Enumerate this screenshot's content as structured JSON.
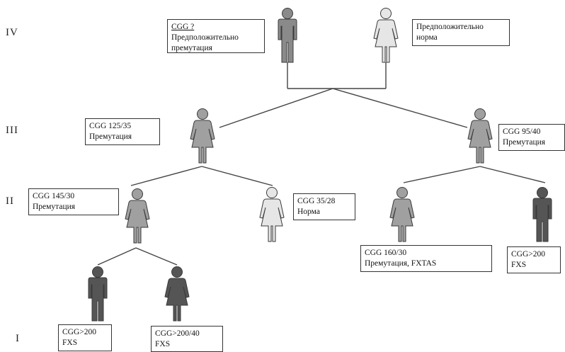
{
  "generations": [
    "IV",
    "III",
    "II",
    "I"
  ],
  "individuals": [
    {
      "id": "gen4-male",
      "sex": "male",
      "color": "#8a8a8a",
      "lines": [
        "CGG ?",
        "Предположительно",
        "премутация"
      ]
    },
    {
      "id": "gen4-female",
      "sex": "female",
      "color": "#e6e6e6",
      "lines": [
        "Предположительно",
        "норма"
      ]
    },
    {
      "id": "gen3-female-left",
      "sex": "female",
      "color": "#a0a0a0",
      "lines": [
        "CGG 125/35",
        "Премутация"
      ]
    },
    {
      "id": "gen3-female-right",
      "sex": "female",
      "color": "#a0a0a0",
      "lines": [
        "CGG 95/40",
        "Премутация"
      ]
    },
    {
      "id": "gen2-female-a",
      "sex": "female",
      "color": "#a0a0a0",
      "lines": [
        "CGG 145/30",
        "Премутация"
      ]
    },
    {
      "id": "gen2-female-b",
      "sex": "female",
      "color": "#e6e6e6",
      "lines": [
        "CGG 35/28",
        "Норма"
      ]
    },
    {
      "id": "gen2-female-c",
      "sex": "female",
      "color": "#a0a0a0",
      "lines": [
        "CGG 160/30",
        "Премутация, FXTAS"
      ]
    },
    {
      "id": "gen2-male-d",
      "sex": "male",
      "color": "#555555",
      "lines": [
        "CGG>200",
        "FXS"
      ]
    },
    {
      "id": "gen1-male",
      "sex": "male",
      "color": "#555555",
      "lines": [
        "CGG>200",
        "FXS"
      ]
    },
    {
      "id": "gen1-female",
      "sex": "female",
      "color": "#555555",
      "lines": [
        "CGG>200/40",
        "FXS"
      ]
    }
  ]
}
